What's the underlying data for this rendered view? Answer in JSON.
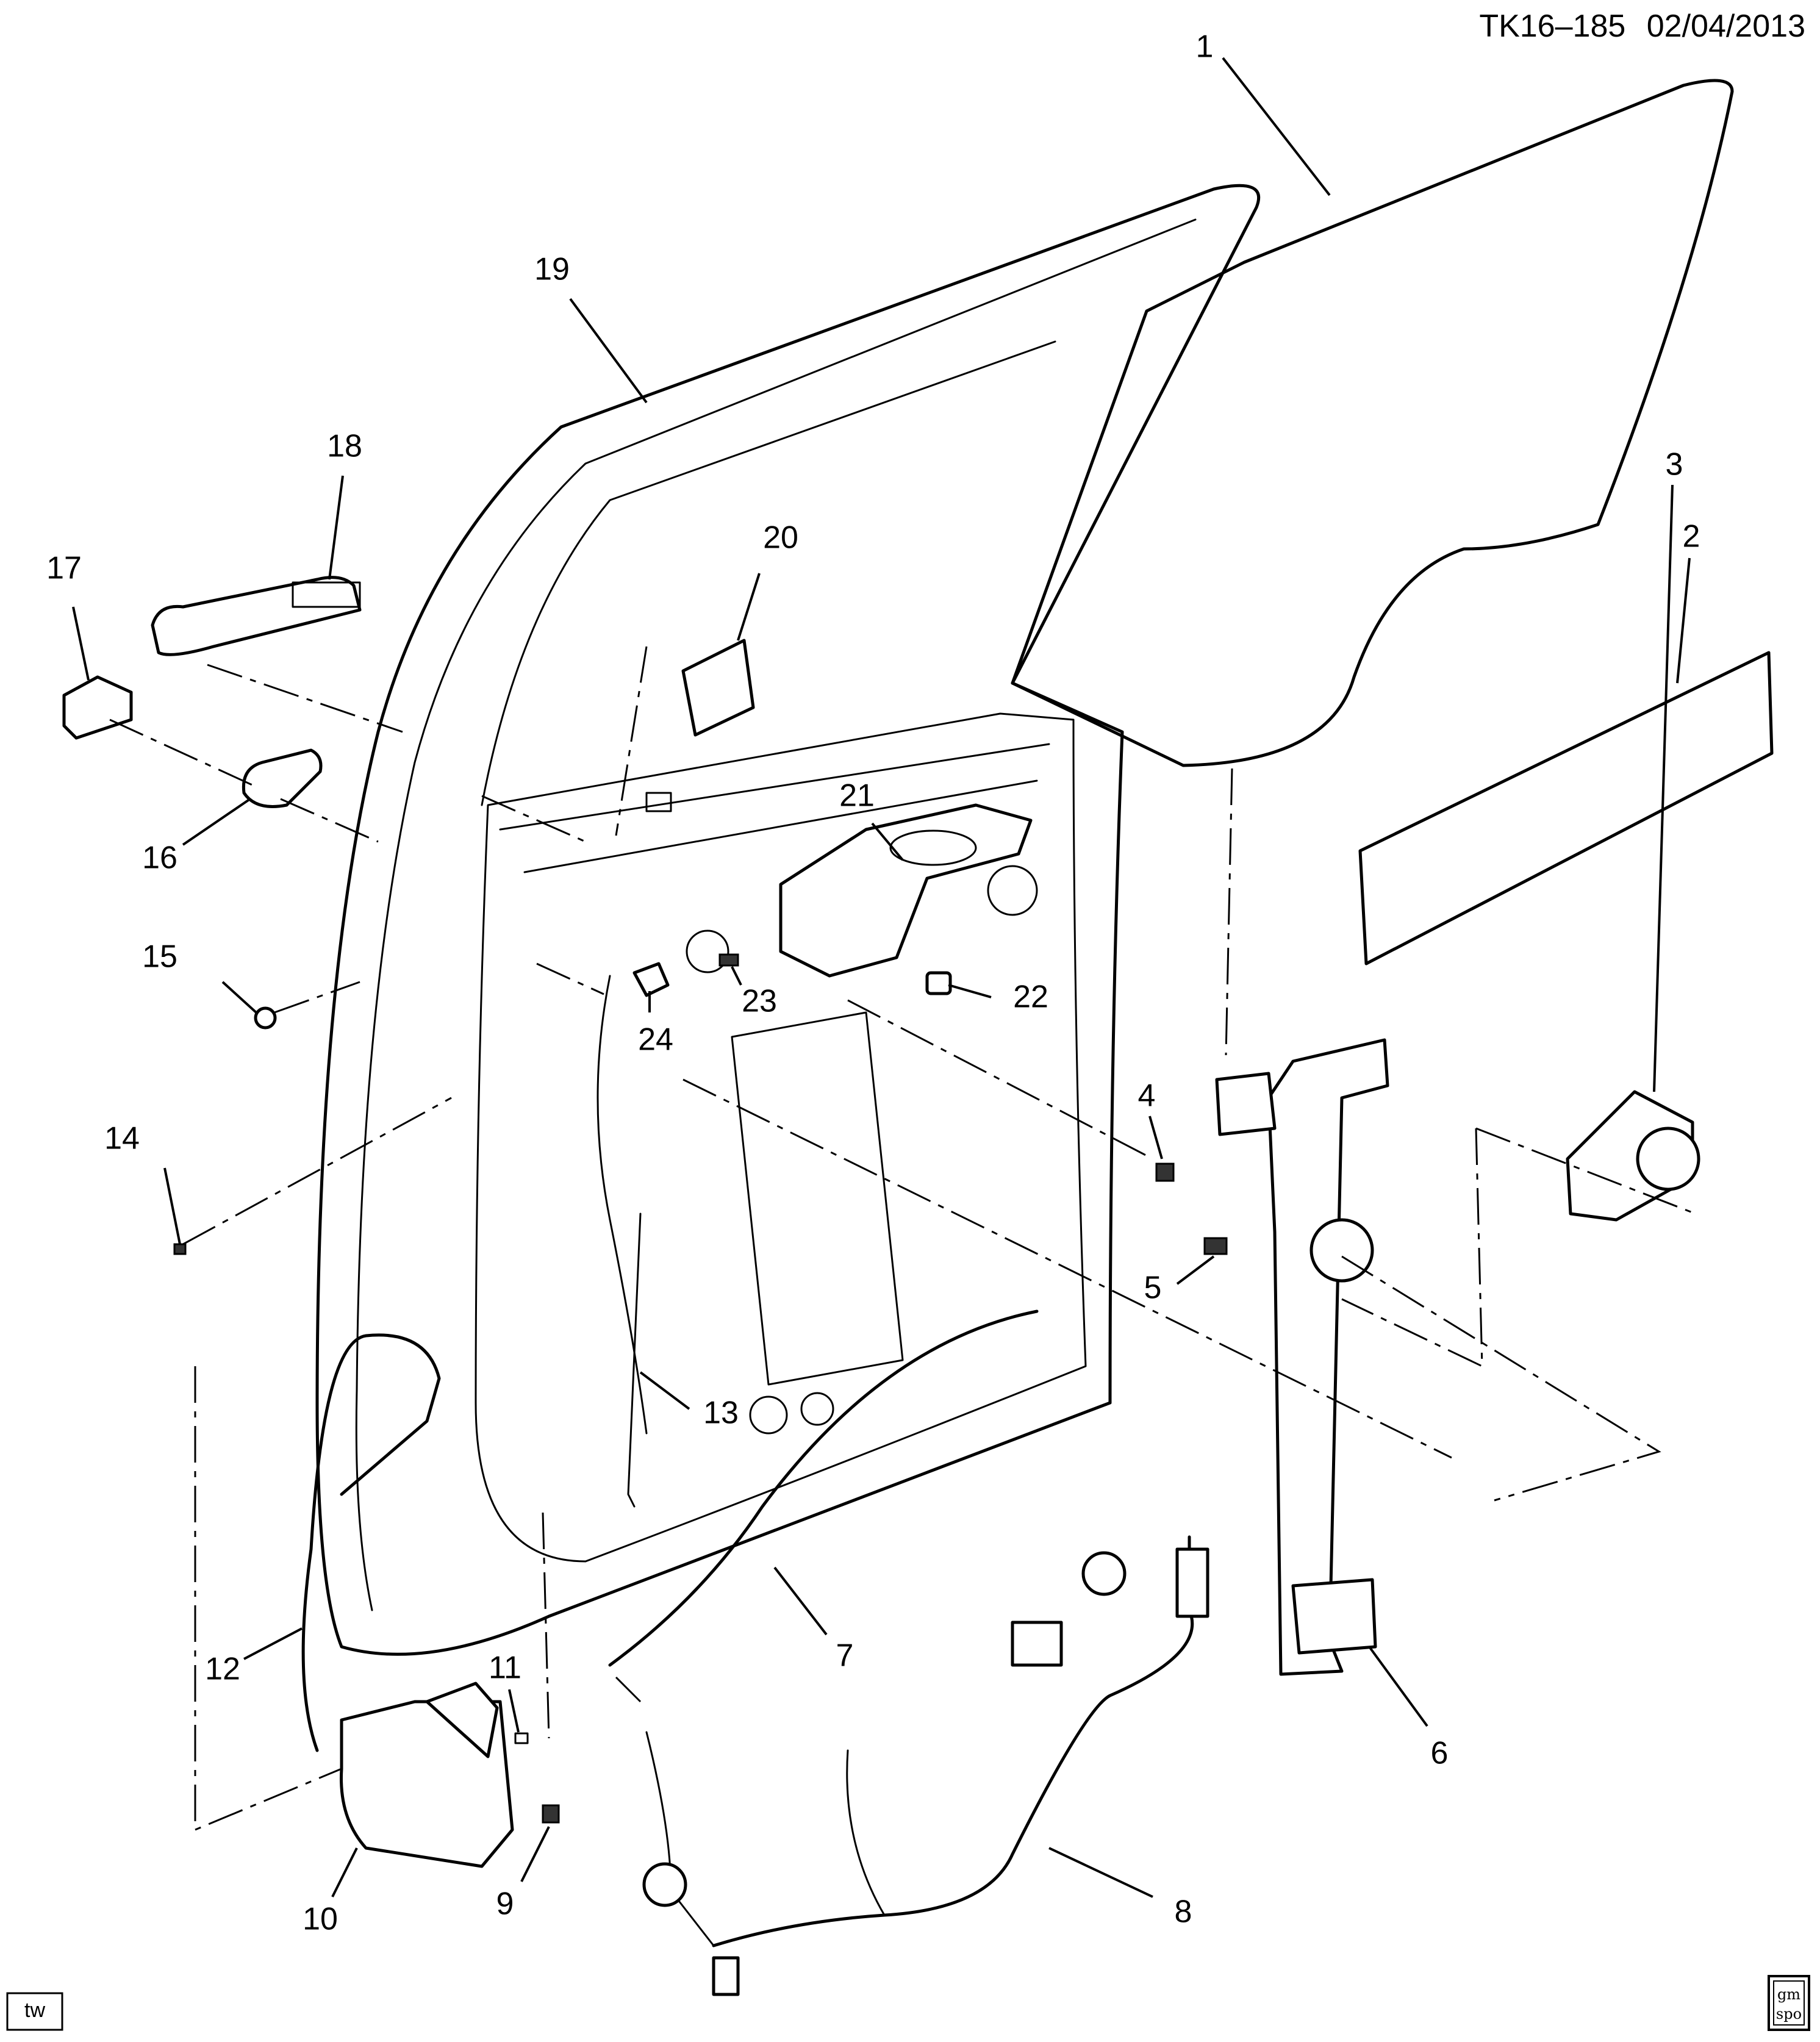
{
  "header": {
    "drawing_id": "TK16–185",
    "date": "02/04/2013"
  },
  "callouts": [
    {
      "id": "c1",
      "label": "1"
    },
    {
      "id": "c2",
      "label": "2"
    },
    {
      "id": "c3",
      "label": "3"
    },
    {
      "id": "c4",
      "label": "4"
    },
    {
      "id": "c5",
      "label": "5"
    },
    {
      "id": "c6",
      "label": "6"
    },
    {
      "id": "c7",
      "label": "7"
    },
    {
      "id": "c8",
      "label": "8"
    },
    {
      "id": "c9",
      "label": "9"
    },
    {
      "id": "c10",
      "label": "10"
    },
    {
      "id": "c11",
      "label": "11"
    },
    {
      "id": "c12",
      "label": "12"
    },
    {
      "id": "c13",
      "label": "13"
    },
    {
      "id": "c14",
      "label": "14"
    },
    {
      "id": "c15",
      "label": "15"
    },
    {
      "id": "c16",
      "label": "16"
    },
    {
      "id": "c17",
      "label": "17"
    },
    {
      "id": "c18",
      "label": "18"
    },
    {
      "id": "c19",
      "label": "19"
    },
    {
      "id": "c20",
      "label": "20"
    },
    {
      "id": "c21",
      "label": "21"
    },
    {
      "id": "c22",
      "label": "22"
    },
    {
      "id": "c23",
      "label": "23"
    },
    {
      "id": "c24",
      "label": "24"
    }
  ],
  "footer": {
    "tag": "tw",
    "logo_top": "gm",
    "logo_bottom": "spo"
  }
}
